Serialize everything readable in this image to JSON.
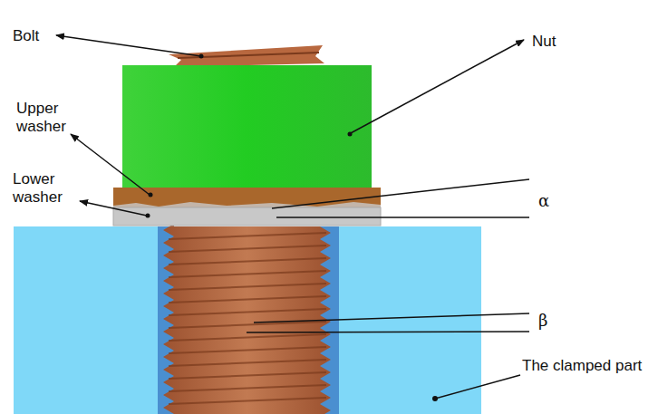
{
  "diagram": {
    "labels": [
      "Bolt",
      "Nut",
      "Upper washer",
      "Lower washer",
      "α",
      "β",
      "The clamped part"
    ]
  }
}
